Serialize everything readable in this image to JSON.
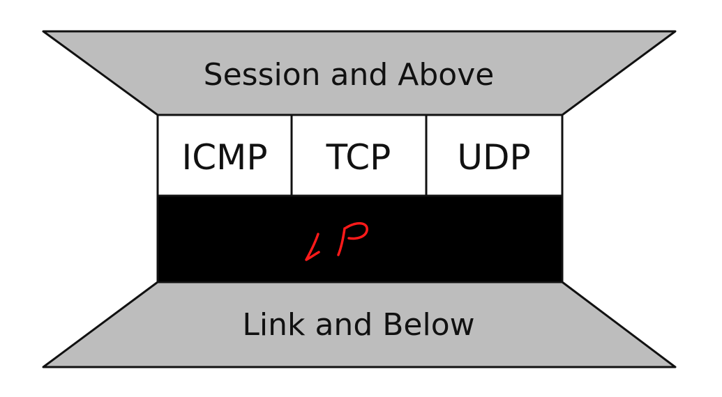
{
  "diagram": {
    "top_layer": {
      "label": "Session and Above",
      "fill": "#bdbdbd"
    },
    "transport_layer": {
      "protocols": [
        {
          "name": "icmp",
          "label": "ICMP"
        },
        {
          "name": "tcp",
          "label": "TCP"
        },
        {
          "name": "udp",
          "label": "UDP"
        }
      ],
      "fill": "#ffffff"
    },
    "network_layer": {
      "fill": "#000000",
      "handwritten_annotation": "IP",
      "annotation_color": "#ff1a1a"
    },
    "bottom_layer": {
      "label": "Link and Below",
      "fill": "#bdbdbd"
    },
    "stroke_color": "#111111"
  }
}
